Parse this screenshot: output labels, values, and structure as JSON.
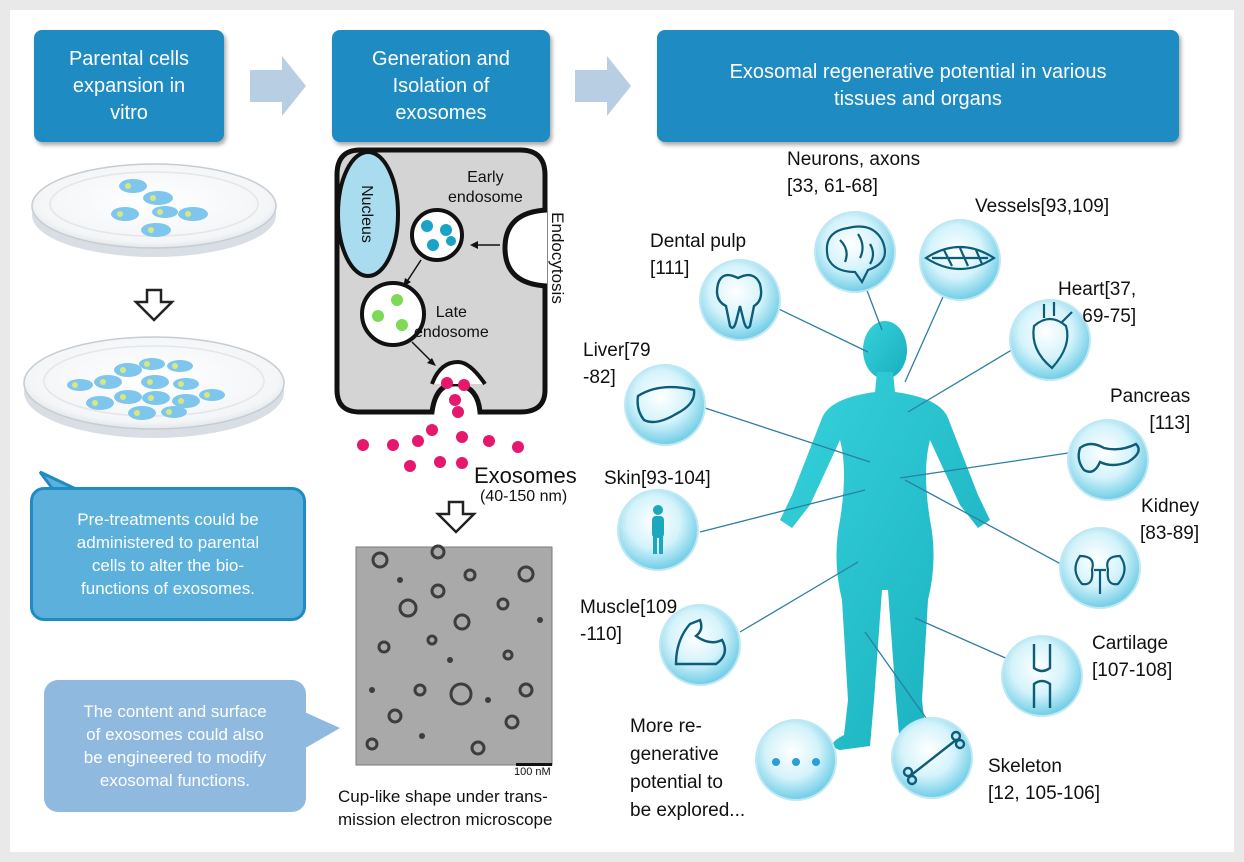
{
  "headers": {
    "step1": "Parental cells\nexpansion in\nvitro",
    "step2": "Generation and\nIsolation of\nexosomes",
    "step3": "Exosomal regenerative potential in various\ntissues and organs"
  },
  "cell": {
    "nucleus": "Nucleus",
    "early": "Early\nendosome",
    "late": "Late\nendosome",
    "endocytosis": "Endocytosis",
    "exosomes": "Exosomes",
    "size": "(40-150 nm)"
  },
  "bubbles": {
    "pretreat": "Pre-treatments could be\nadministered to parental\ncells to alter the bio-\nfunctions of exosomes.",
    "engineer": "The content and surface\nof exosomes could also\nbe engineered to modify\nexosomal functions."
  },
  "tem": {
    "scale": "100 nM",
    "caption": "Cup-like shape  under trans-\nmission electron microscope"
  },
  "organs": [
    {
      "id": "neurons",
      "label": "Neurons, axons\n[33, 61-68]",
      "icon": "brain-icon"
    },
    {
      "id": "vessels",
      "label": "Vessels[93,109]",
      "icon": "vessel-icon"
    },
    {
      "id": "dental",
      "label": "Dental pulp\n[111]",
      "icon": "tooth-icon"
    },
    {
      "id": "heart",
      "label": "Heart[37,\n69-75]",
      "icon": "heart-icon"
    },
    {
      "id": "liver",
      "label": "Liver[79\n-82]",
      "icon": "liver-icon"
    },
    {
      "id": "pancreas",
      "label": "Pancreas\n[113]",
      "icon": "pancreas-icon"
    },
    {
      "id": "skin",
      "label": "Skin[93-104]",
      "icon": "skin-icon"
    },
    {
      "id": "kidney",
      "label": "Kidney\n[83-89]",
      "icon": "kidney-icon"
    },
    {
      "id": "muscle",
      "label": "Muscle[109\n-110]",
      "icon": "muscle-icon"
    },
    {
      "id": "cartilage",
      "label": "Cartilage\n[107-108]",
      "icon": "knee-icon"
    },
    {
      "id": "more",
      "label": "More re-\ngenerative\npotential to\nbe explored...",
      "icon": "ellipsis-icon"
    },
    {
      "id": "skeleton",
      "label": "Skeleton\n[12, 105-106]",
      "icon": "bone-icon"
    }
  ],
  "colors": {
    "header": "#1e8bc3",
    "body": "#29c1cd",
    "exosome": "#e6186e",
    "early_vesicle": "#1aa3c6",
    "late_vesicle": "#7ed957",
    "nucleus": "#a9dcef",
    "cell": "#d4d4d4"
  }
}
